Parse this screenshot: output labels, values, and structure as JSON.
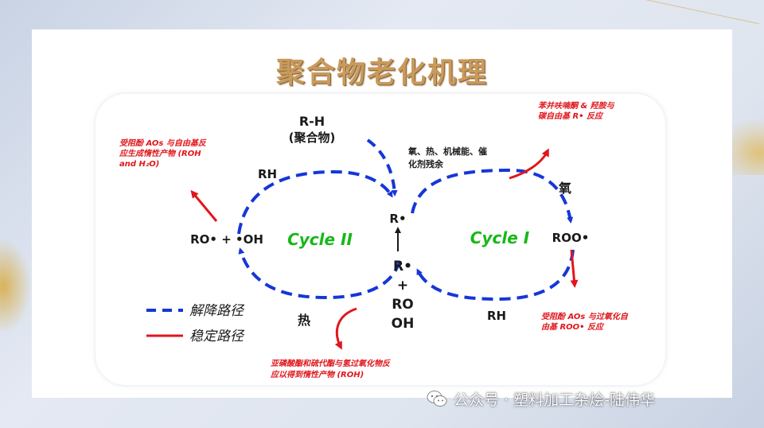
{
  "title": "聚合物老化机理",
  "diagram": {
    "rh_polymer": "R-H",
    "rh_polymer_paren": "(聚合物)",
    "initiators": [
      "氧、热、机械能、催",
      "化剂残余"
    ],
    "r_radical_top": "R•",
    "center_stack": [
      "R•",
      "+",
      "RO",
      "OH"
    ],
    "left_product": "RO• + •OH",
    "right_product": "ROO•",
    "cycle_left": "Cycle II",
    "cycle_right": "Cycle I",
    "rh_left": "RH",
    "rh_right": "RH",
    "oxygen": "氧",
    "heat": "热",
    "note_top_left": [
      "受阻酚 AOs  与自由基反",
      "应生成惰性产物 (ROH",
      "and H₂O)"
    ],
    "note_top_right": [
      "苯并呋喃酮 & 羟胺与",
      "碳自由基 R• 反应"
    ],
    "note_bottom_right": [
      "受阻酚 AOs  与过氧化自",
      "由基 ROO•  反应"
    ],
    "note_bottom": [
      "亚磷酸酯和硫代酯与氢过氧化物反",
      "应以得到惰性产物 (ROH)"
    ],
    "legend": {
      "degradation": "解降路径",
      "stabilization": "稳定路径"
    },
    "colors": {
      "blue": "#1536d8",
      "red": "#e0161c",
      "green": "#17b817"
    }
  },
  "watermark": "公众号 · 塑料加工杂烩-陆伟华"
}
